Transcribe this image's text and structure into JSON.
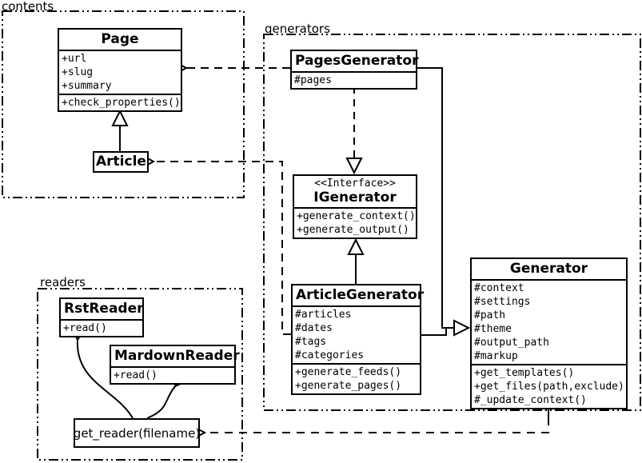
{
  "packages": {
    "contents": {
      "label": "contents"
    },
    "generators": {
      "label": "generators"
    },
    "readers": {
      "label": "readers"
    }
  },
  "classes": {
    "page": {
      "name": "Page",
      "attributes": [
        "+url",
        "+slug",
        "+summary"
      ],
      "methods": [
        "+check_properties()"
      ]
    },
    "article": {
      "name": "Article"
    },
    "pages_generator": {
      "name": "PagesGenerator",
      "attributes": [
        "#pages"
      ]
    },
    "igenerator": {
      "stereotype": "<<Interface>>",
      "name": "IGenerator",
      "methods": [
        "+generate_context()",
        "+generate_output()"
      ]
    },
    "article_generator": {
      "name": "ArticleGenerator",
      "attributes": [
        "#articles",
        "#dates",
        "#tags",
        "#categories"
      ],
      "methods": [
        "+generate_feeds()",
        "+generate_pages()"
      ]
    },
    "generator": {
      "name": "Generator",
      "attributes": [
        "#context",
        "#settings",
        "#path",
        "#theme",
        "#output_path",
        "#markup"
      ],
      "methods": [
        "+get_templates()",
        "+get_files(path,exclude)",
        "#_update_context()"
      ]
    },
    "rst_reader": {
      "name": "RstReader",
      "methods": [
        "+read()"
      ]
    },
    "mardown_reader": {
      "name": "MardownReader",
      "methods": [
        "+read()"
      ]
    }
  },
  "function_box": {
    "label": "get_reader(filename)"
  },
  "relationships": [
    {
      "from": "Article",
      "to": "Page",
      "type": "generalization"
    },
    {
      "from": "PagesGenerator",
      "to": "Page",
      "type": "dependency"
    },
    {
      "from": "ArticleGenerator",
      "to": "Article",
      "type": "dependency"
    },
    {
      "from": "PagesGenerator",
      "to": "IGenerator",
      "type": "realization"
    },
    {
      "from": "ArticleGenerator",
      "to": "IGenerator",
      "type": "generalization"
    },
    {
      "from": "PagesGenerator",
      "to": "Generator",
      "type": "generalization"
    },
    {
      "from": "ArticleGenerator",
      "to": "Generator",
      "type": "generalization"
    },
    {
      "from": "Generator",
      "to": "get_reader(filename)",
      "type": "dependency"
    },
    {
      "from": "get_reader(filename)",
      "to": "RstReader",
      "type": "call"
    },
    {
      "from": "get_reader(filename)",
      "to": "MardownReader",
      "type": "call"
    }
  ],
  "colors": {
    "line": "#000000",
    "background": "#ffffff",
    "box_fill": "#ffffff"
  }
}
